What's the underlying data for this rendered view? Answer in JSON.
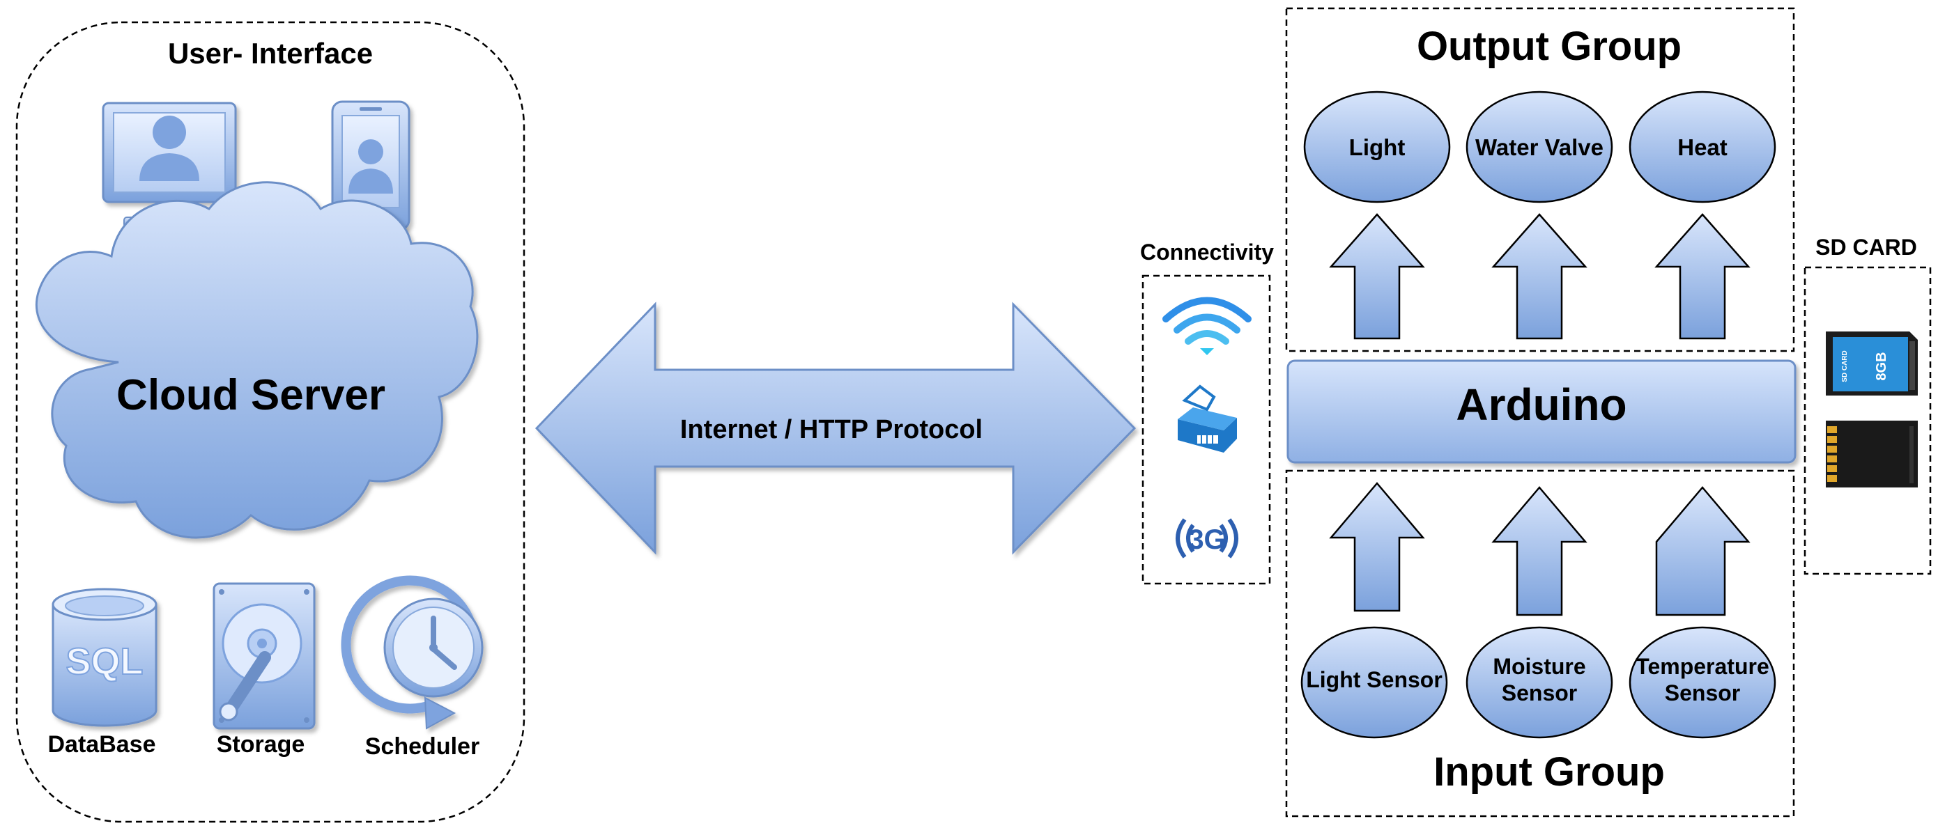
{
  "cloud_panel": {
    "title": "User- Interface",
    "cloud_label": "Cloud Server",
    "icons": [
      "desktop-user-icon",
      "phone-user-icon",
      "database-sql-icon",
      "hard-drive-icon",
      "clock-scheduler-icon"
    ],
    "sql_text": "SQL",
    "database_label": "DataBase",
    "storage_label": "Storage",
    "scheduler_label": "Scheduler"
  },
  "link": {
    "label": "Internet / HTTP Protocol"
  },
  "connectivity": {
    "title": "Connectivity",
    "icons": [
      "wifi-icon",
      "ethernet-icon",
      "cellular-3g-icon"
    ],
    "three_g_text": "3G"
  },
  "output_group": {
    "title": "Output Group",
    "items": [
      "Light",
      "Water Valve",
      "Heat"
    ]
  },
  "controller": {
    "label": "Arduino"
  },
  "input_group": {
    "title": "Input Group",
    "items": [
      [
        "Light Sensor"
      ],
      [
        "Moisture",
        "Sensor"
      ],
      [
        "Temperature",
        "Sensor"
      ]
    ]
  },
  "sd_card": {
    "title": "SD CARD",
    "card_capacity": "8GB",
    "card_brand": "SD CARD",
    "icons": [
      "sd-card-front-icon",
      "sd-card-back-icon"
    ]
  },
  "colors": {
    "fill_top": "#d2e1fb",
    "fill_bottom": "#7da3dd",
    "stroke": "#6c8fc7",
    "border": "#000000"
  }
}
